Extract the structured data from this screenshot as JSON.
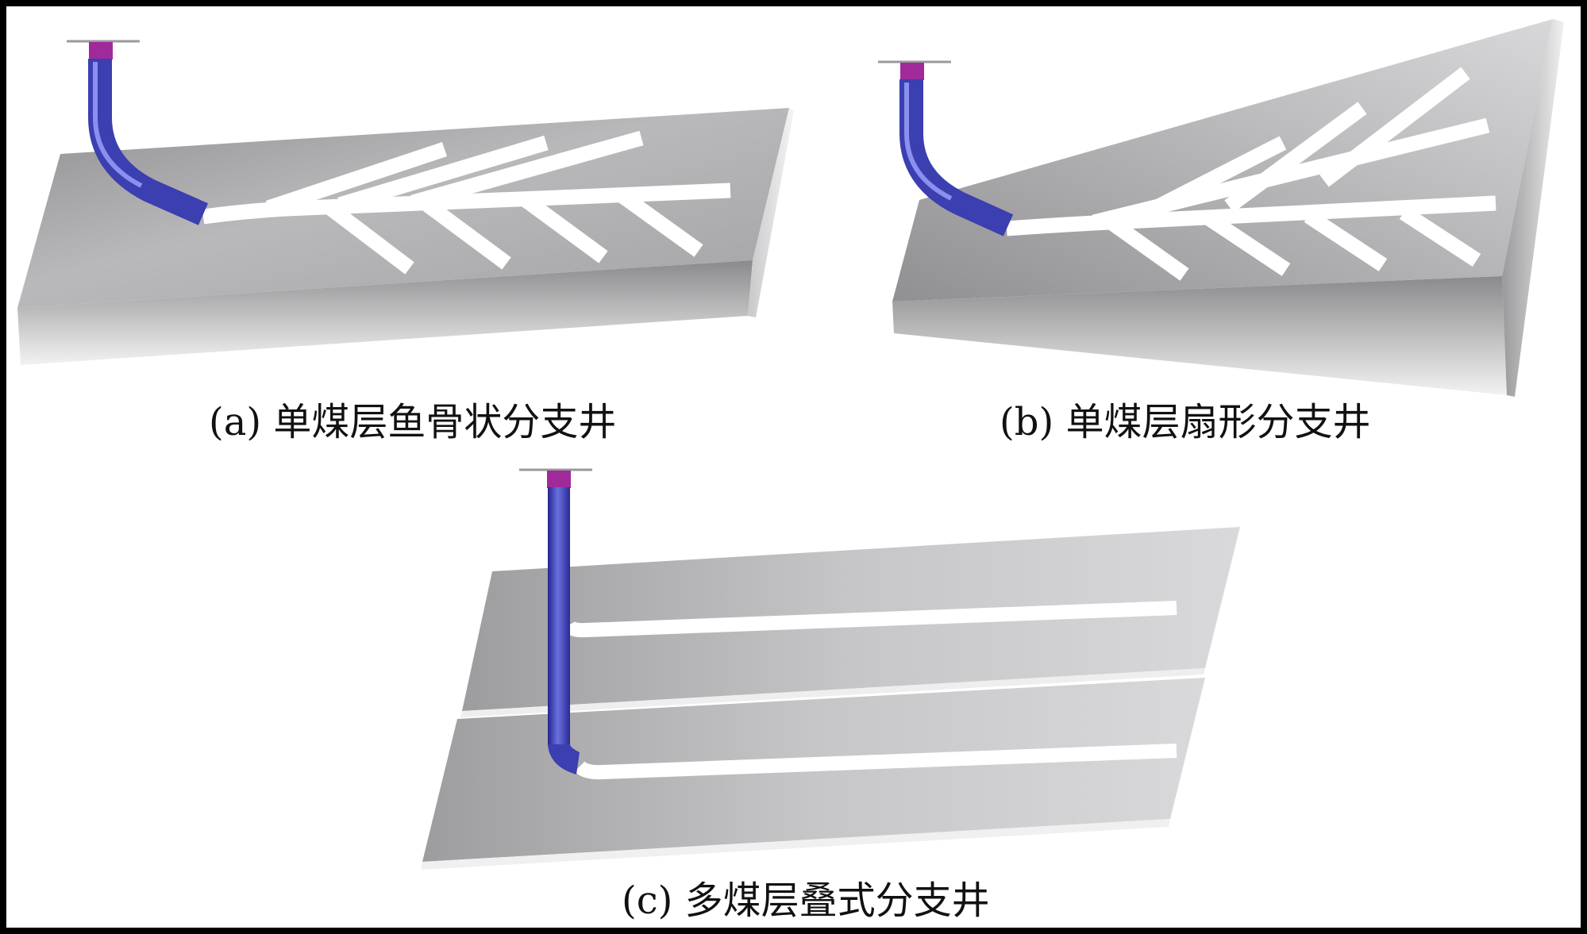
{
  "figure": {
    "panels": [
      {
        "id": "a",
        "caption": "(a) 单煤层鱼骨状分支井"
      },
      {
        "id": "b",
        "caption": "(b) 单煤层扇形分支井"
      },
      {
        "id": "c",
        "caption": "(c) 多煤层叠式分支井"
      }
    ]
  },
  "colors": {
    "background": "#ffffff",
    "frame": "#000000",
    "seam_top": "#b4b4b6",
    "seam_side": "#9c9c9e",
    "branch": "#ffffff",
    "casing": "#3b3fb0",
    "casing_highlight": "#8a8ff0",
    "wellhead": "#a02a9a"
  }
}
